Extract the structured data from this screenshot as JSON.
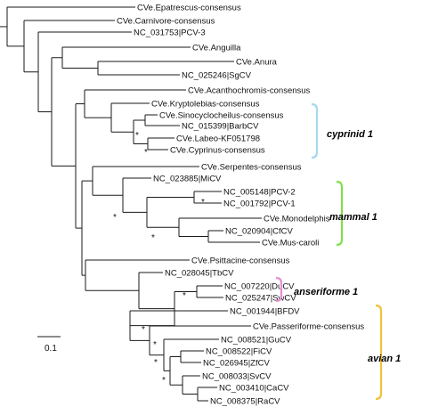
{
  "taxa": [
    "CVe.Epatrescus-consensus",
    "CVe.Carnivore-consensus",
    "NC_031753|PCV-3",
    "CVe.Anguilla",
    "CVe.Anura",
    "NC_025246|SgCV",
    "CVe.Acanthochromis-consensus",
    "CVe.Kryptolebias-consensus",
    "CVe.Sinocyclocheilus-consensus",
    "NC_015399|BarbCV",
    "CVe.Labeo-KF051798",
    "CVe.Cyprinus-consensus",
    "CVe.Serpentes-consensus",
    "NC_023885|MiCV",
    "NC_005148|PCV-2",
    "NC_001792|PCV-1",
    "CVe.Monodelphis",
    "NC_020904|CfCV",
    "CVe.Mus-caroli",
    "CVe.Psittacine-consensus",
    "NC_028045|TbCV",
    "NC_007220|DuCV",
    "NC_025247|SwCV",
    "NC_001944|BFDV",
    "CVe.Passeriforme-consensus",
    "NC_008521|GuCV",
    "NC_008522|FiCV",
    "NC_026945|ZfCV",
    "NC_008033|SvCV",
    "NC_003410|CaCV",
    "NC_008375|RaCV"
  ],
  "support_marker": "*",
  "groups": [
    {
      "label": "cyprinid 1",
      "color": "#a6d8ee"
    },
    {
      "label": "mammal 1",
      "color": "#7fe04a"
    },
    {
      "label": "anseriforme 1",
      "color": "#e58fd2"
    },
    {
      "label": "avian 1",
      "color": "#f2c23a"
    }
  ],
  "scale_bar": {
    "label": "0.1"
  }
}
